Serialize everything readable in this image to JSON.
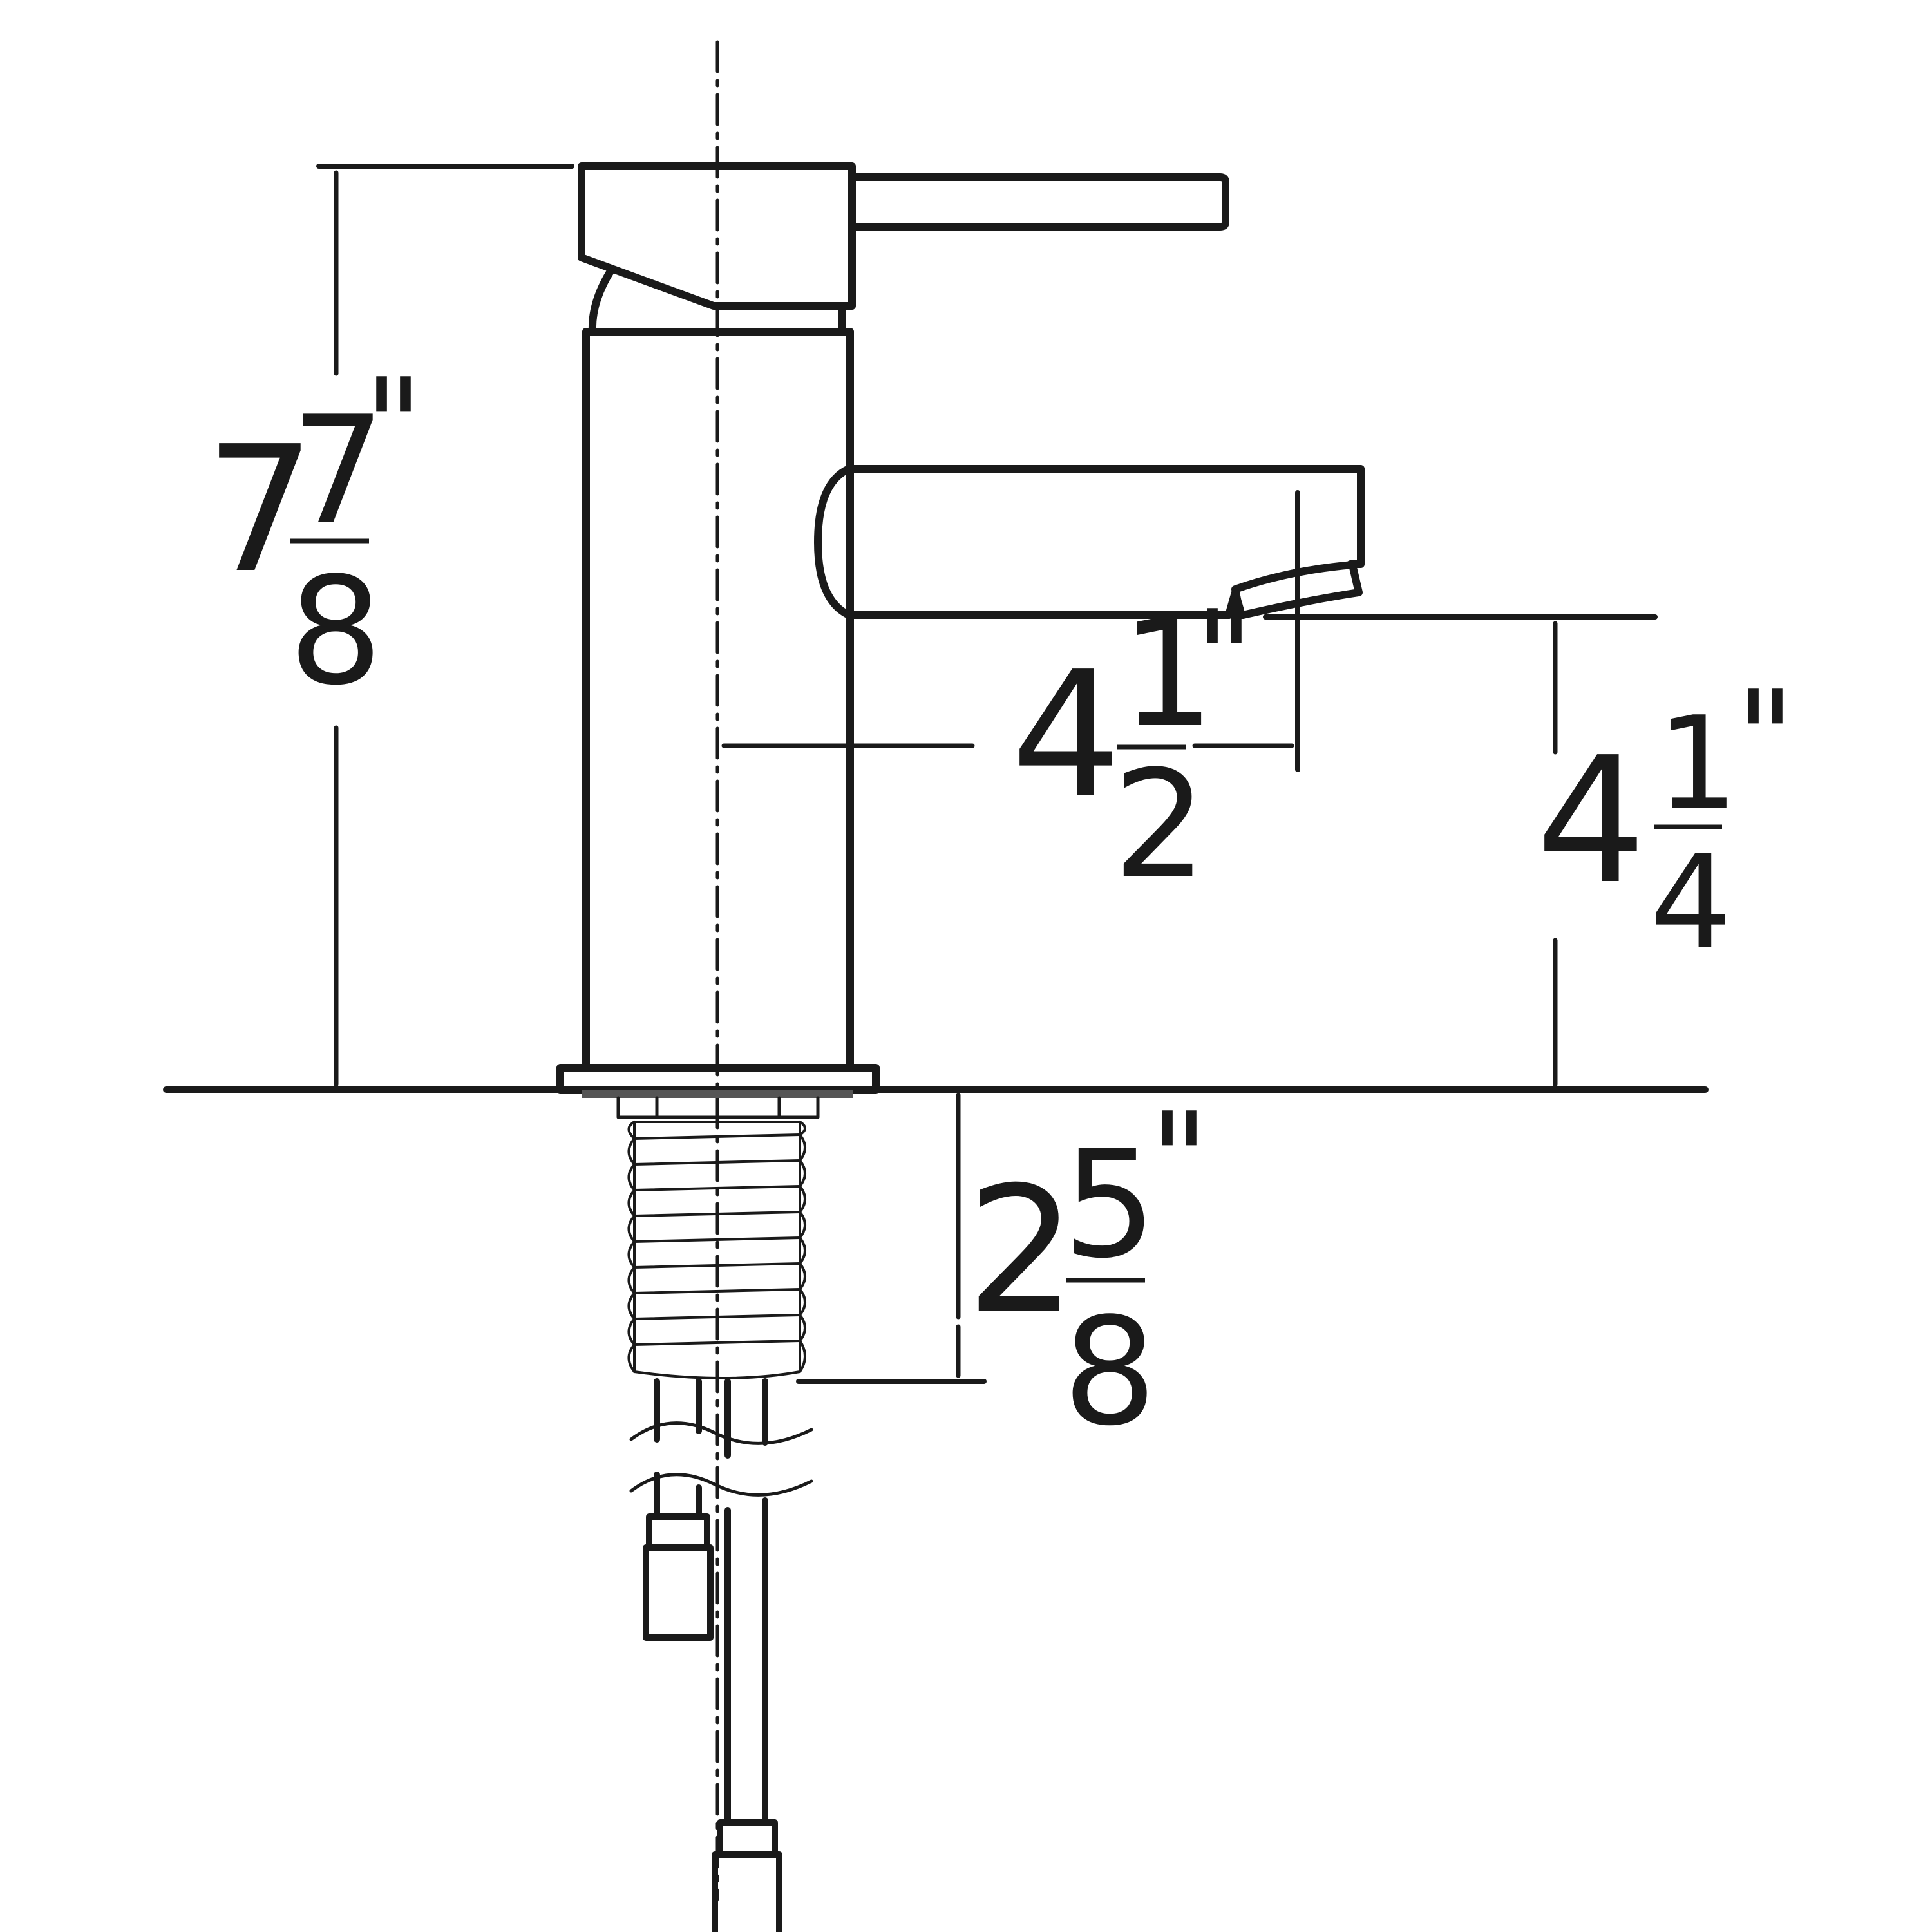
{
  "diagram": {
    "subject": "single-handle bathroom faucet dimension drawing",
    "units": "inches",
    "colors": {
      "line": "#1a1a1a",
      "background": "#ffffff",
      "base_gasket": "#555555"
    },
    "dimensions": {
      "overall_height": {
        "whole": "7",
        "numerator": "7",
        "denominator": "8",
        "unit": "\""
      },
      "spout_reach": {
        "whole": "4",
        "numerator": "1",
        "denominator": "2",
        "unit": "\""
      },
      "spout_height": {
        "whole": "4",
        "numerator": "1",
        "denominator": "4",
        "unit": "\""
      },
      "shank_length": {
        "whole": "2",
        "numerator": "5",
        "denominator": "8",
        "unit": "\""
      }
    }
  }
}
